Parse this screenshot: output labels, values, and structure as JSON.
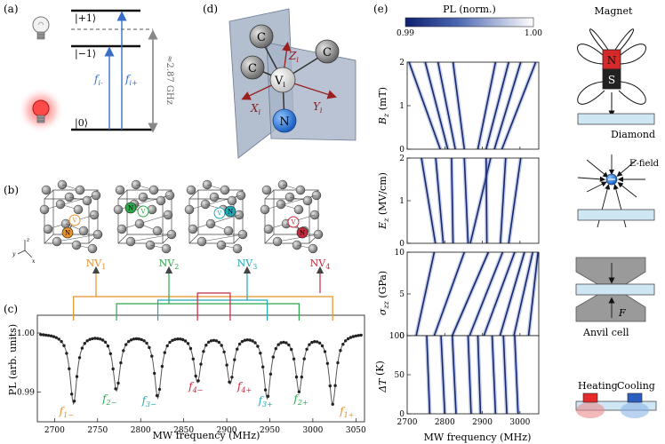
{
  "panels": {
    "a": {
      "label": "(a)",
      "levels": [
        "|+1⟩",
        "|−1⟩",
        "|0⟩"
      ],
      "transitions": [
        "f",
        "f"
      ],
      "transition_subs": [
        "i-",
        "i+"
      ],
      "splitting": "≈2.87 GHz"
    },
    "b": {
      "label": "(b)",
      "nv_labels": [
        "NV",
        "NV",
        "NV",
        "NV"
      ],
      "nv_subs": [
        "1",
        "2",
        "3",
        "4"
      ],
      "nv_colors": [
        "#e8902a",
        "#2aa84a",
        "#1eaab4",
        "#c8283c"
      ],
      "axes": [
        "z",
        "y",
        "x"
      ],
      "atom_letters": [
        "N",
        "V"
      ]
    },
    "c": {
      "label": "(c)",
      "ylabel": "PL (arb. units)",
      "xlabel": "MW frequency (MHz)",
      "peak_labels": [
        {
          "main": "f",
          "sub": "1−",
          "color": "#e8902a"
        },
        {
          "main": "f",
          "sub": "2−",
          "color": "#2aa84a"
        },
        {
          "main": "f",
          "sub": "3−",
          "color": "#1eaab4"
        },
        {
          "main": "f",
          "sub": "4−",
          "color": "#c8283c"
        },
        {
          "main": "f",
          "sub": "4+",
          "color": "#c8283c"
        },
        {
          "main": "f",
          "sub": "3+",
          "color": "#1eaab4"
        },
        {
          "main": "f",
          "sub": "2+",
          "color": "#2aa84a"
        },
        {
          "main": "f",
          "sub": "1+",
          "color": "#e8902a"
        }
      ]
    },
    "d": {
      "label": "(d)",
      "atoms": [
        "C",
        "C",
        "C",
        "V",
        "N"
      ],
      "vacancy_sub": "i",
      "axes": [
        {
          "main": "Z",
          "sub": "i"
        },
        {
          "main": "X",
          "sub": "i"
        },
        {
          "main": "Y",
          "sub": "i"
        }
      ]
    },
    "e": {
      "label": "(e)",
      "colorbar_title": "PL (norm.)",
      "colorbar_min": "0.99",
      "colorbar_max": "1.00",
      "xlabel": "MW frequency (MHz)",
      "rows": [
        {
          "ylabel_main": "B",
          "ylabel_sub": "z",
          "ylabel_unit": "(mT)",
          "ticks": [
            "0",
            "1",
            "2"
          ]
        },
        {
          "ylabel_main": "E",
          "ylabel_sub": "z",
          "ylabel_unit": "(MV/cm)",
          "ticks": [
            "0",
            "1",
            "2"
          ]
        },
        {
          "ylabel_main": "σ",
          "ylabel_sub": "zz",
          "ylabel_unit": "(GPa)",
          "ticks": [
            "0",
            "5",
            "10"
          ]
        },
        {
          "ylabel_main": "ΔT",
          "ylabel_sub": "",
          "ylabel_unit": "(K)",
          "ticks": [
            "0",
            "50",
            "100"
          ]
        }
      ],
      "icons": {
        "magnet": "Magnet",
        "magnet_poles": [
          "N",
          "S"
        ],
        "diamond": "Diamond",
        "efield": "E-field",
        "anvil": "Anvil cell",
        "force": "F",
        "heating": "Heating",
        "cooling": "Cooling"
      }
    }
  },
  "chart_data": [
    {
      "type": "line",
      "panel": "c",
      "xlabel": "MW frequency (MHz)",
      "ylabel": "PL (arb. units)",
      "xlim": [
        2680,
        3060
      ],
      "ylim": [
        0.985,
        1.003
      ],
      "x_ticks": [
        2700,
        2750,
        2800,
        2850,
        2900,
        2950,
        3000,
        3050
      ],
      "y_ticks": [
        0.99,
        1.0
      ],
      "y_tick_labels": [
        "0.99",
        "1.00"
      ],
      "dips": [
        {
          "label": "f1−",
          "center": 2722,
          "depth": 0.0118
        },
        {
          "label": "f2−",
          "center": 2772,
          "depth": 0.0095
        },
        {
          "label": "f3−",
          "center": 2820,
          "depth": 0.0107
        },
        {
          "label": "f4−",
          "center": 2866,
          "depth": 0.008
        },
        {
          "label": "f4+",
          "center": 2904,
          "depth": 0.0082
        },
        {
          "label": "f3+",
          "center": 2947,
          "depth": 0.0107
        },
        {
          "label": "f2+",
          "center": 2984,
          "depth": 0.0095
        },
        {
          "label": "f1+",
          "center": 3023,
          "depth": 0.0118
        }
      ]
    },
    {
      "type": "heatmap",
      "panel": "e",
      "xlabel": "MW frequency (MHz)",
      "xlim": [
        2700,
        3050
      ],
      "x_ticks": [
        2700,
        2800,
        2900,
        3000
      ],
      "colorbar": [
        0.99,
        1.0
      ],
      "rows": [
        {
          "ylim": [
            0,
            2
          ],
          "lines": [
            [
              2788,
              2705
            ],
            [
              2808,
              2748
            ],
            [
              2828,
              2782
            ],
            [
              2852,
              2822
            ],
            [
              2888,
              2935
            ],
            [
              2910,
              2970
            ],
            [
              2932,
              3002
            ],
            [
              2952,
              3042
            ]
          ]
        },
        {
          "ylim": [
            0,
            2
          ],
          "lines": [
            [
              2775,
              2738
            ],
            [
              2796,
              2776
            ],
            [
              2822,
              2818
            ],
            [
              2862,
              2852
            ],
            [
              2868,
              2922
            ],
            [
              2912,
              2910
            ],
            [
              2948,
              2962
            ],
            [
              2970,
              3002
            ]
          ]
        },
        {
          "ylim": [
            0,
            10
          ],
          "lines": [
            [
              2724,
              2772
            ],
            [
              2772,
              2852
            ],
            [
              2820,
              2916
            ],
            [
              2866,
              2954
            ],
            [
              2904,
              2986
            ],
            [
              2947,
              3012
            ],
            [
              2984,
              3034
            ],
            [
              3023,
              3048
            ]
          ]
        },
        {
          "ylim": [
            0,
            100
          ],
          "lines": [
            [
              2760,
              2752
            ],
            [
              2800,
              2790
            ],
            [
              2830,
              2820
            ],
            [
              2870,
              2862
            ],
            [
              2895,
              2888
            ],
            [
              2935,
              2926
            ],
            [
              2965,
              2956
            ],
            [
              2995,
              2986
            ]
          ]
        }
      ]
    }
  ]
}
